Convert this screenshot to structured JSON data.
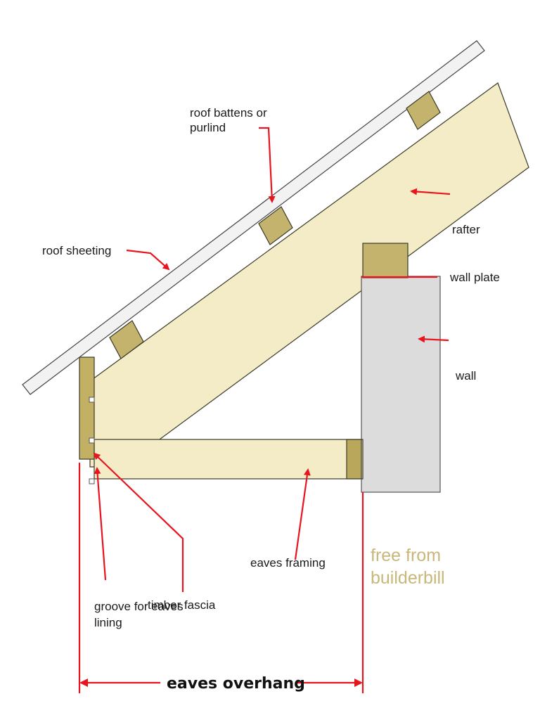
{
  "labels": {
    "roof_battens": [
      "roof battens or",
      "purlind"
    ],
    "rafter": "rafter",
    "roof_sheeting": "roof sheeting",
    "wall_plate": "wall plate",
    "wall": "wall",
    "timber_fascia": "timber fascia",
    "eaves_framing": "eaves framing",
    "groove": [
      "groove for eaves",
      "lining"
    ],
    "credit": [
      "free from",
      "builderbill"
    ],
    "eaves_overhang": "eaves overhang"
  },
  "colors": {
    "timber": "#f3ecc6",
    "batten": "#c3b36c",
    "fascia": "#c2b164",
    "sheeting": "#f2f2f2",
    "wall": "#dcdcdc",
    "pointer": "#e8141e",
    "credit_text": "#c9b77a"
  }
}
